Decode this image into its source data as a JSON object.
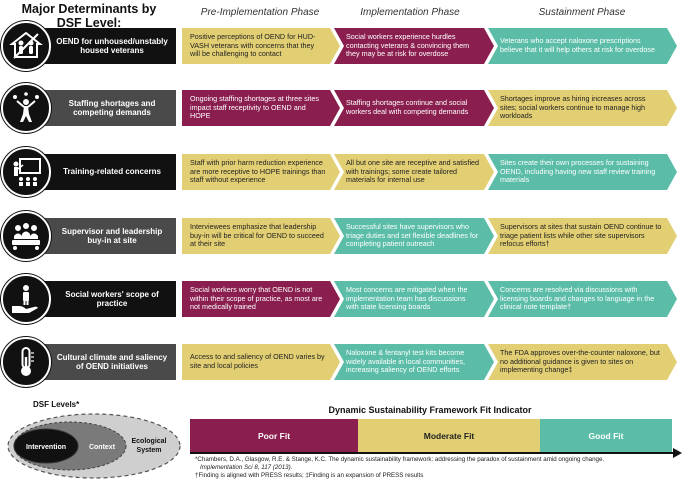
{
  "header": {
    "title": "Major Determinants by DSF Level:",
    "phases": [
      "Pre-Implementation Phase",
      "Implementation Phase",
      "Sustainment Phase"
    ]
  },
  "colors": {
    "poor": "#8a1f4f",
    "moderate": "#e2cf73",
    "good": "#5bbda8",
    "label_black": "#111111",
    "label_gray": "#4a4a4a"
  },
  "rows": [
    {
      "label": "OEND for unhoused/unstably housed veterans",
      "label_color": "black",
      "icon": "unhoused-veterans-icon",
      "cells": [
        {
          "text": "Positive perceptions of OEND for HUD-VASH veterans with concerns that they will be challenging to contact",
          "fit": "moderate"
        },
        {
          "text": "Social workers experience hurdles contacting veterans & convincing them they may be at risk for overdose",
          "fit": "poor"
        },
        {
          "text": "Veterans who accept naloxone prescriptions believe that it will help others at risk for overdose",
          "fit": "good"
        }
      ]
    },
    {
      "label": "Staffing shortages and competing demands",
      "label_color": "gray",
      "icon": "juggling-person-icon",
      "cells": [
        {
          "text": "Ongoing staffing shortages at three sites impact staff receptivity to OEND and HOPE",
          "fit": "poor"
        },
        {
          "text": "Staffing shortages continue and social workers deal with competing demands",
          "fit": "poor"
        },
        {
          "text": "Shortages improve as hiring increases across sites; social workers continue to manage high workloads",
          "fit": "moderate"
        }
      ]
    },
    {
      "label": "Training-related concerns",
      "label_color": "black",
      "icon": "presentation-training-icon",
      "cells": [
        {
          "text": "Staff with prior harm reduction experience are more receptive to HOPE trainings than staff without experience",
          "fit": "moderate"
        },
        {
          "text": "All but one site are receptive and satisfied with trainings; some create tailored materials for internal use",
          "fit": "moderate"
        },
        {
          "text": "Sites create their own processes for sustaining OEND, including having new staff review training materials",
          "fit": "good"
        }
      ]
    },
    {
      "label": "Supervisor and leadership buy-in at site",
      "label_color": "gray",
      "icon": "meeting-group-icon",
      "cells": [
        {
          "text": "Interviewees emphasize that leadership buy-in will be critical for OEND to succeed at their site",
          "fit": "moderate"
        },
        {
          "text": "Successful sites have supervisors who triage duties and set flexible deadlines for completing patient outreach",
          "fit": "good"
        },
        {
          "text": "Supervisors at sites that sustain OEND continue to triage patient lists while other site supervisors refocus efforts†",
          "fit": "moderate"
        }
      ]
    },
    {
      "label": "Social workers' scope of practice",
      "label_color": "black",
      "icon": "hand-person-icon",
      "cells": [
        {
          "text": "Social workers worry that OEND is not within their scope of practice, as most are not medically trained",
          "fit": "poor"
        },
        {
          "text": "Most concerns are mitigated when the implementation team has discussions with state licensing boards",
          "fit": "good"
        },
        {
          "text": "Concerns are resolved via discussions with licensing boards and changes to language in the clinical note template†",
          "fit": "good"
        }
      ]
    },
    {
      "label": "Cultural climate and saliency of OEND initiatives",
      "label_color": "gray",
      "icon": "thermometer-icon",
      "cells": [
        {
          "text": "Access to and saliency of OEND varies by site and local policies",
          "fit": "moderate"
        },
        {
          "text": "Naloxone & fentanyl test kits become widely available in local communities, increasing saliency of OEND efforts",
          "fit": "good"
        },
        {
          "text": "The FDA approves over-the-counter naloxone, but no additional guidance is given to sites on implementing change‡",
          "fit": "moderate"
        }
      ]
    }
  ],
  "dsf_levels": {
    "title": "DSF Levels*",
    "inner": "Intervention",
    "middle": "Context",
    "outer": "Ecological System"
  },
  "fit_indicator": {
    "title": "Dynamic Sustainability Framework Fit Indicator",
    "segments": [
      {
        "label": "Poor Fit",
        "fit": "poor"
      },
      {
        "label": "Moderate Fit",
        "fit": "moderate"
      },
      {
        "label": "Good Fit",
        "fit": "good"
      }
    ]
  },
  "footnotes": {
    "line1": "*Chambers, D.A., Glasgow, R.E. & Stange, K.C. The dynamic sustainability framework: addressing the paradox of sustainment amid ongoing change.",
    "line2": "Implementation Sci 8, 117 (2013).",
    "line3": "†Finding is aligned with PRESS results; ‡Finding is an expansion of PRESS results"
  }
}
